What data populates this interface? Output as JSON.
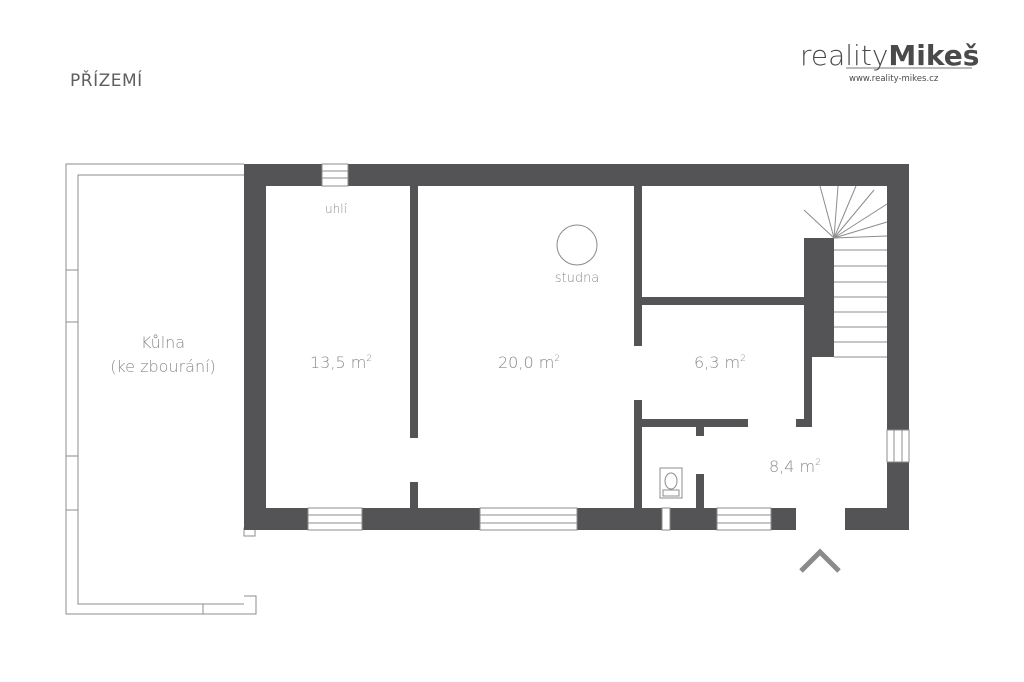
{
  "floor_title": "PŘÍZEMÍ",
  "brand": {
    "name_light": "reality",
    "name_bold": "Mikeš",
    "website": "www.reality-mikes.cz"
  },
  "rooms": {
    "shed": {
      "name": "Kůlna",
      "note": "(ke zbourání)"
    },
    "coal": {
      "label": "uhlí",
      "area": "13,5 m",
      "unit_sup": "2"
    },
    "well_room": {
      "well_label": "studna",
      "area": "20,0 m",
      "unit_sup": "2"
    },
    "middle_room": {
      "area": "6,3 m",
      "unit_sup": "2"
    },
    "hall": {
      "area": "8,4 m",
      "unit_sup": "2"
    }
  },
  "colors": {
    "wall": "#545456",
    "line": "#8c8c8c",
    "text": "#8a8a8a"
  }
}
